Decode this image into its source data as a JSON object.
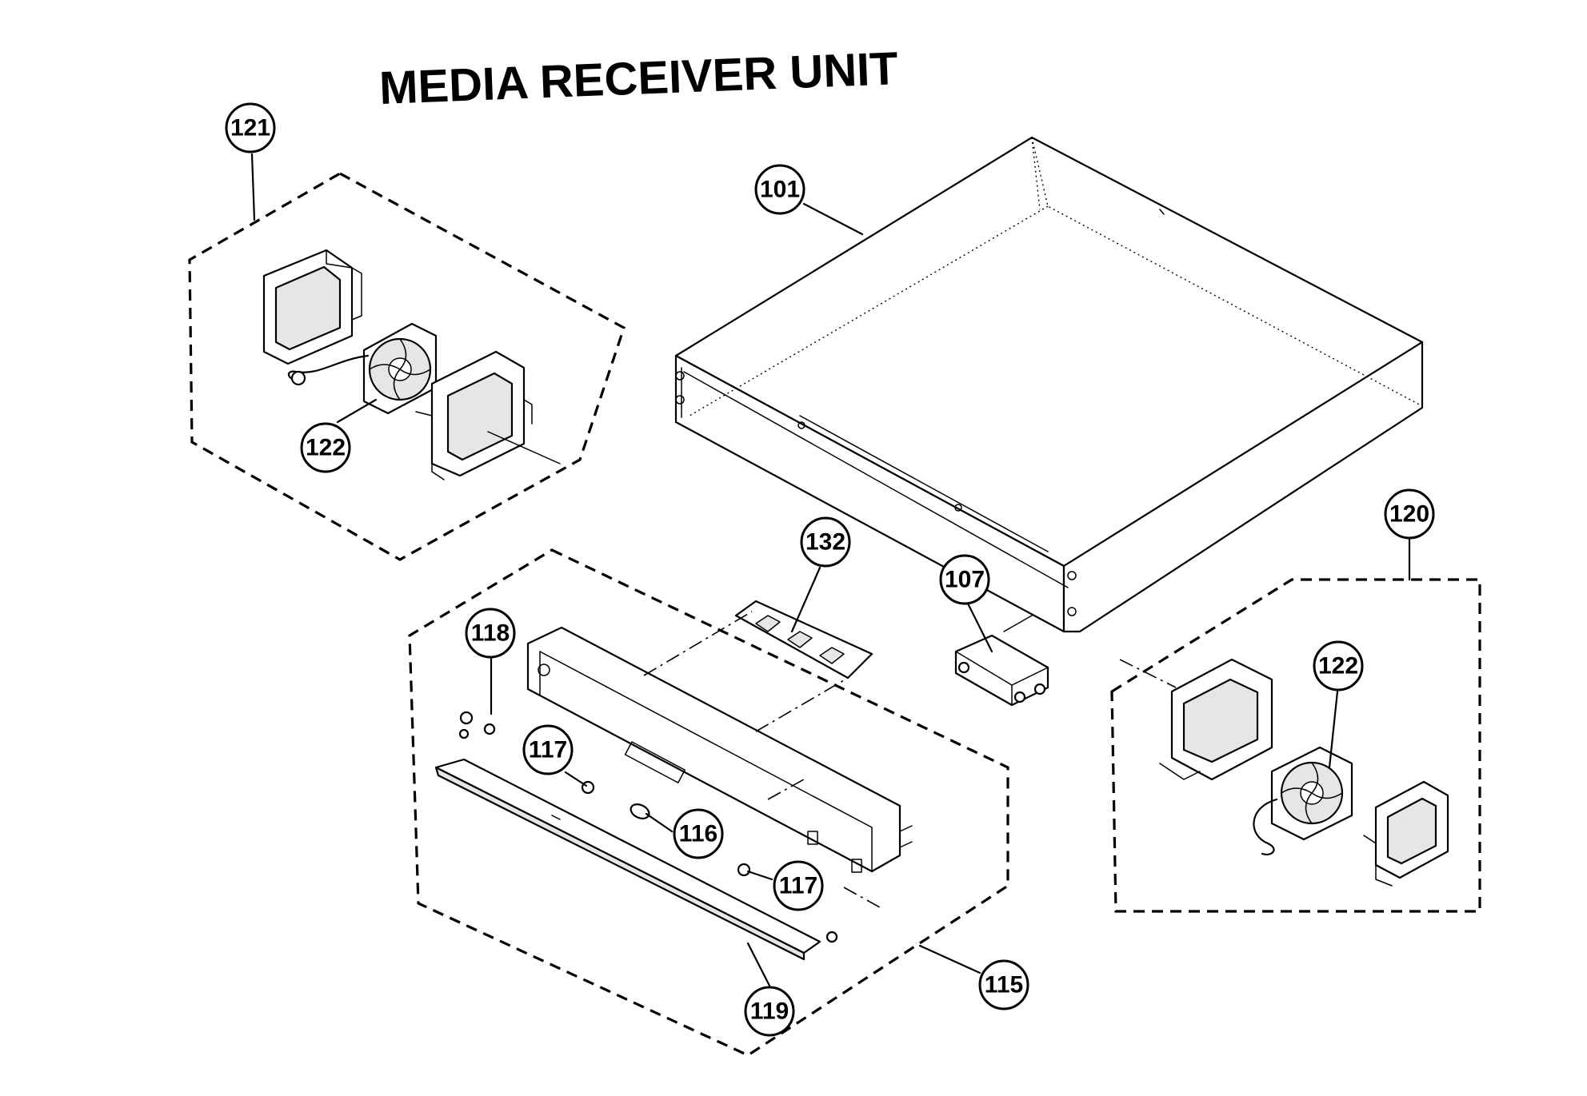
{
  "title": "MEDIA RECEIVER UNIT",
  "callouts": [
    {
      "id": "c121",
      "label": "121"
    },
    {
      "id": "c122a",
      "label": "122"
    },
    {
      "id": "c101",
      "label": "101"
    },
    {
      "id": "c132",
      "label": "132"
    },
    {
      "id": "c107",
      "label": "107"
    },
    {
      "id": "c120",
      "label": "120"
    },
    {
      "id": "c122b",
      "label": "122"
    },
    {
      "id": "c118",
      "label": "118"
    },
    {
      "id": "c117a",
      "label": "117"
    },
    {
      "id": "c116",
      "label": "116"
    },
    {
      "id": "c117b",
      "label": "117"
    },
    {
      "id": "c119",
      "label": "119"
    },
    {
      "id": "c115",
      "label": "115"
    }
  ]
}
